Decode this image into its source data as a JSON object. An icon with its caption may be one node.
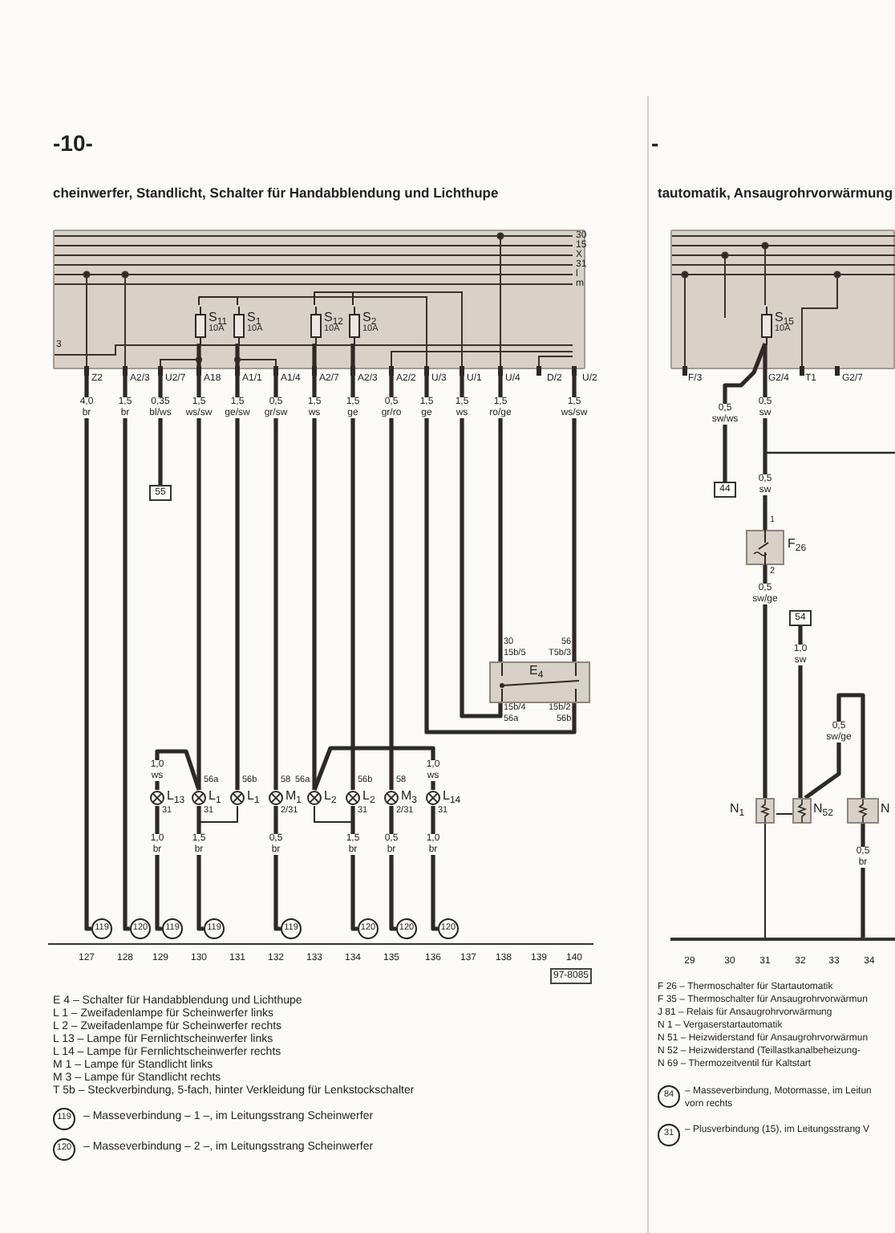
{
  "diagram": {
    "nodes": [
      {
        "text": [],
        "shape": "box"
      },
      {
        "text": [
          "S$_{11}$",
          "10A"
        ],
        "in": 0
      },
      {
        "text": [
          "S$_{1}$",
          "10A"
        ],
        "in": 0
      },
      {
        "text": [
          "S$_{12}$",
          "10A"
        ],
        "in": 0
      },
      {
        "text": [
          "S$_{2}$",
          "10A"
        ],
        "in": 0
      },
      {
        "text": [
          "55"
        ]
      },
      {
        "text": [
          "E$_{4}$"
        ],
        "beside": [
          "30",
          "15b/5",
          "56",
          "T5b/3",
          "15b/4",
          "56a",
          "15b/2",
          "56b"
        ]
      },
      {
        "text": [
          "L$_{13}$"
        ],
        "beside": [
          "31"
        ]
      },
      {
        "text": [
          "L$_{1}$"
        ],
        "beside": [
          "56a",
          "31"
        ]
      },
      {
        "text": [
          "L$_{1}$"
        ],
        "beside": [
          "56b"
        ]
      },
      {
        "text": [
          "M$_{1}$"
        ],
        "beside": [
          "58",
          "2/31"
        ]
      },
      {
        "text": [
          "L$_{2}$"
        ],
        "beside": [
          "56a"
        ]
      },
      {
        "text": [
          "L$_{2}$"
        ],
        "beside": [
          "56b",
          "31"
        ]
      },
      {
        "text": [
          "M$_{3}$"
        ],
        "beside": [
          "58",
          "2/31"
        ]
      },
      {
        "text": [
          "L$_{14}$"
        ],
        "beside": [
          "31"
        ]
      },
      {
        "text": [
          "119"
        ]
      },
      {
        "text": [
          "120"
        ]
      },
      {
        "text": [
          "119"
        ]
      },
      {
        "text": [
          "119"
        ]
      },
      {
        "text": [
          "119"
        ]
      },
      {
        "text": [
          "120"
        ]
      },
      {
        "text": [
          "120"
        ]
      },
      {
        "text": [
          "120"
        ]
      },
      {
        "text": [],
        "shape": "box"
      },
      {
        "text": [
          "S$_{15}$",
          "10A"
        ],
        "in": 23
      },
      {
        "text": [
          "44"
        ]
      },
      {
        "text": [
          "F$_{26}$"
        ],
        "beside": [
          "1",
          "2"
        ]
      },
      {
        "text": [
          "54"
        ]
      },
      {
        "text": [
          "N$_{1}$"
        ]
      },
      {
        "text": [
          "N$_{52}$"
        ]
      },
      {
        "text": [
          "N"
        ]
      },
      {
        "text": [
          "119"
        ],
        "beside": [
          "– Masseverbindung – 1 –, im Leitungsstrang Scheinwerfer"
        ]
      },
      {
        "text": [
          "120"
        ],
        "beside": [
          "– Masseverbindung – 2 –, im Leitungsstrang Scheinwerfer"
        ]
      },
      {
        "text": [
          "84"
        ],
        "beside": [
          "– Masseverbindung, Motormasse, im Leitun",
          "vorn rechts"
        ]
      },
      {
        "text": [
          "31"
        ],
        "beside": [
          "– Plusverbindung (15), im Leitungsstrang V"
        ]
      },
      {
        "text": [],
        "shape": "bar"
      }
    ],
    "edges": [
      {
        "from": 0,
        "to": 15,
        "arrow": "other",
        "label": "4,0 br"
      },
      {
        "from": 0,
        "to": 16,
        "arrow": "other",
        "label": "1,5 br"
      },
      {
        "from": 0,
        "to": 5,
        "arrow": "other",
        "label": "0,35 bl/ws"
      },
      {
        "from": 1,
        "to": 8,
        "arrow": "none",
        "label": "1,5 ws/sw"
      },
      {
        "from": 2,
        "to": 9,
        "arrow": "none",
        "label": "1,5 ge/sw"
      },
      {
        "from": 0,
        "to": 10,
        "arrow": "other",
        "label": "0,5 gr/sw"
      },
      {
        "from": 3,
        "to": 11,
        "arrow": "none",
        "label": "1,5 ws"
      },
      {
        "from": 4,
        "to": 12,
        "arrow": "none",
        "label": "1,5 ge"
      },
      {
        "from": 0,
        "to": 13,
        "arrow": "other",
        "label": "0,5 gr/ro"
      },
      {
        "from": 0,
        "to": 6,
        "arrow": "other",
        "label": "1,5 ge"
      },
      {
        "from": 0,
        "to": 6,
        "arrow": "other",
        "label": "1,5 ws"
      },
      {
        "from": 0,
        "to": 6,
        "arrow": "other",
        "label": "1,5 ro/ge"
      },
      {
        "from": 0,
        "to": 6,
        "arrow": "other",
        "label": "1,5 ws/sw"
      },
      {
        "from": 8,
        "to": 7,
        "arrow": "none",
        "label": "1,0 ws"
      },
      {
        "from": 11,
        "to": 14,
        "arrow": "none",
        "label": "1,0 ws"
      },
      {
        "from": 9,
        "to": 8,
        "arrow": "none"
      },
      {
        "from": 11,
        "to": 12,
        "arrow": "none"
      },
      {
        "from": 7,
        "to": 17,
        "arrow": "none",
        "label": "1,0 br"
      },
      {
        "from": 8,
        "to": 18,
        "arrow": "none",
        "label": "1,5 br"
      },
      {
        "from": 10,
        "to": 19,
        "arrow": "none",
        "label": "0,5 br"
      },
      {
        "from": 12,
        "to": 20,
        "arrow": "none",
        "label": "1,5 br"
      },
      {
        "from": 13,
        "to": 21,
        "arrow": "none",
        "label": "0,5 br"
      },
      {
        "from": 14,
        "to": 22,
        "arrow": "none",
        "label": "1,0 br"
      },
      {
        "from": 24,
        "to": 25,
        "arrow": "none",
        "label": "0,5 sw/ws"
      },
      {
        "from": 24,
        "to": 26,
        "arrow": "none",
        "label": "0,5 sw"
      },
      {
        "from": 24,
        "to": null,
        "arrow": "none",
        "label": "0,5 sw"
      },
      {
        "from": 26,
        "to": 28,
        "arrow": "none",
        "label": "0,5 sw/ge"
      },
      {
        "from": 27,
        "to": 29,
        "arrow": "none",
        "label": "1,0 sw"
      },
      {
        "from": 30,
        "to": 29,
        "arrow": "none",
        "label": "0,5 sw/ge"
      },
      {
        "from": 30,
        "to": 35,
        "arrow": "none",
        "label": "0,5 br"
      },
      {
        "from": 28,
        "to": 35,
        "arrow": "none"
      },
      {
        "from": 29,
        "to": 28,
        "arrow": "none"
      },
      {
        "from": 1,
        "to": 2,
        "arrow": "none"
      },
      {
        "from": 3,
        "to": 4,
        "arrow": "none"
      }
    ],
    "labels": [
      "-10-",
      "cheinwerfer, Standlicht, Schalter für Handabblendung und Lichthupe",
      "-",
      "tautomatik, Ansaugrohrvorwärmung",
      "30",
      "15",
      "X",
      "31",
      "l",
      "m",
      "3",
      "Z2",
      "A2/3",
      "U2/7",
      "A18",
      "A1/1",
      "A1/4",
      "A2/7",
      "A2/3",
      "A2/2",
      "U/3",
      "U/1",
      "U/4",
      "D/2",
      "U/2",
      "F/3",
      "G2/4",
      "T1",
      "G2/7",
      "127",
      "128",
      "129",
      "130",
      "131",
      "132",
      "133",
      "134",
      "135",
      "136",
      "137",
      "138",
      "139",
      "140",
      "97-8085",
      "29",
      "30",
      "31",
      "32",
      "33",
      "34",
      "E 4 – Schalter für Handabblendung und Lichthupe",
      "L 1 – Zweifadenlampe für Scheinwerfer links",
      "L 2 – Zweifadenlampe für Scheinwerfer rechts",
      "L 13 – Lampe für Fernlichtscheinwerfer links",
      "L 14 – Lampe für Fernlichtscheinwerfer rechts",
      "M 1 – Lampe für Standlicht links",
      "M 3 – Lampe für Standlicht rechts",
      "T 5b – Steckverbindung, 5-fach, hinter Verkleidung für Lenkstockschalter",
      "F 26 – Thermoschalter für Startautomatik",
      "F 35 – Thermoschalter für Ansaugrohrvorwärmun",
      "J 81 – Relais für Ansaugrohrvorwärmung",
      "N 1 – Vergaserstartautomatik",
      "N 51 – Heizwiderstand für Ansaugrohrvorwärmun",
      "N 52 – Heizwiderstand (Teillastkanalbeheizung-",
      "N 69 – Thermozeitventil für Kaltstart"
    ]
  }
}
